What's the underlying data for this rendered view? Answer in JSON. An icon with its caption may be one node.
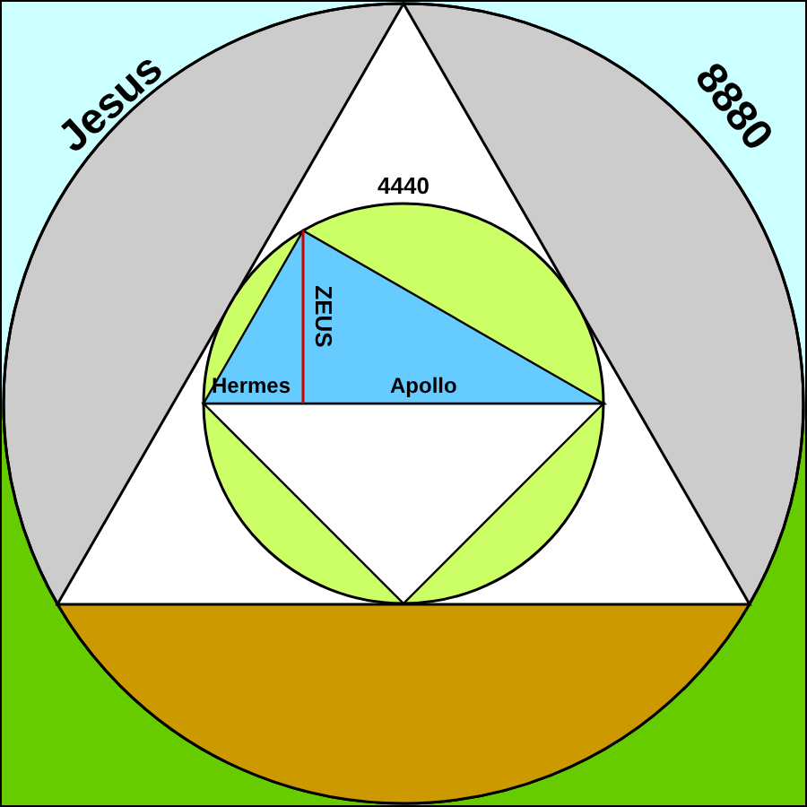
{
  "diagram": {
    "labels": [
      "Jesus",
      "8880",
      "4440",
      "ZEUS",
      "Hermes",
      "Apollo"
    ]
  }
}
